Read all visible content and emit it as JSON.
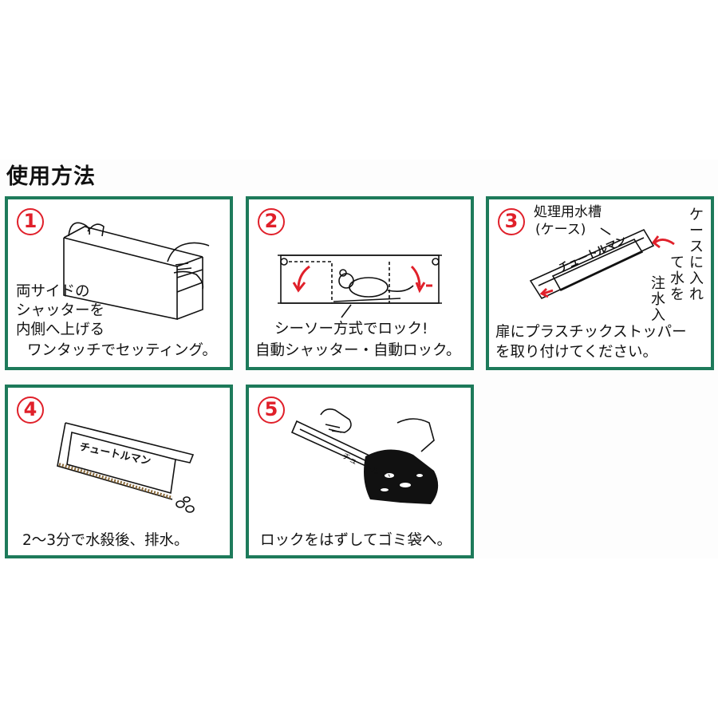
{
  "page_title": "使用方法",
  "steps": [
    {
      "number": "1",
      "lines": [
        "両サイドの",
        "シャッターを",
        "内側へ上げる",
        "ワンタッチでセッティング。"
      ]
    },
    {
      "number": "2",
      "lines": [
        "シーソー方式でロック!",
        "自動シャッター・自動ロック。"
      ]
    },
    {
      "number": "3",
      "tank_label": [
        "処理用水槽",
        "(ケース)"
      ],
      "box_label": "チュートルマン",
      "side_columns": [
        "ケースに入れ",
        "て水を",
        "注水入"
      ],
      "lines": [
        "扉にプラスチックストッパー",
        "を取り付けてください。"
      ]
    },
    {
      "number": "4",
      "box_label": "チュートルマン",
      "lines": [
        "2〜3分で水殺後、排水。"
      ]
    },
    {
      "number": "5",
      "box_label": "チュートルマン",
      "lines": [
        "ロックをはずしてゴミ袋へ。"
      ]
    }
  ],
  "colors": {
    "border": "#1d7a5a",
    "accent": "#e0202a",
    "ink": "#111111"
  }
}
